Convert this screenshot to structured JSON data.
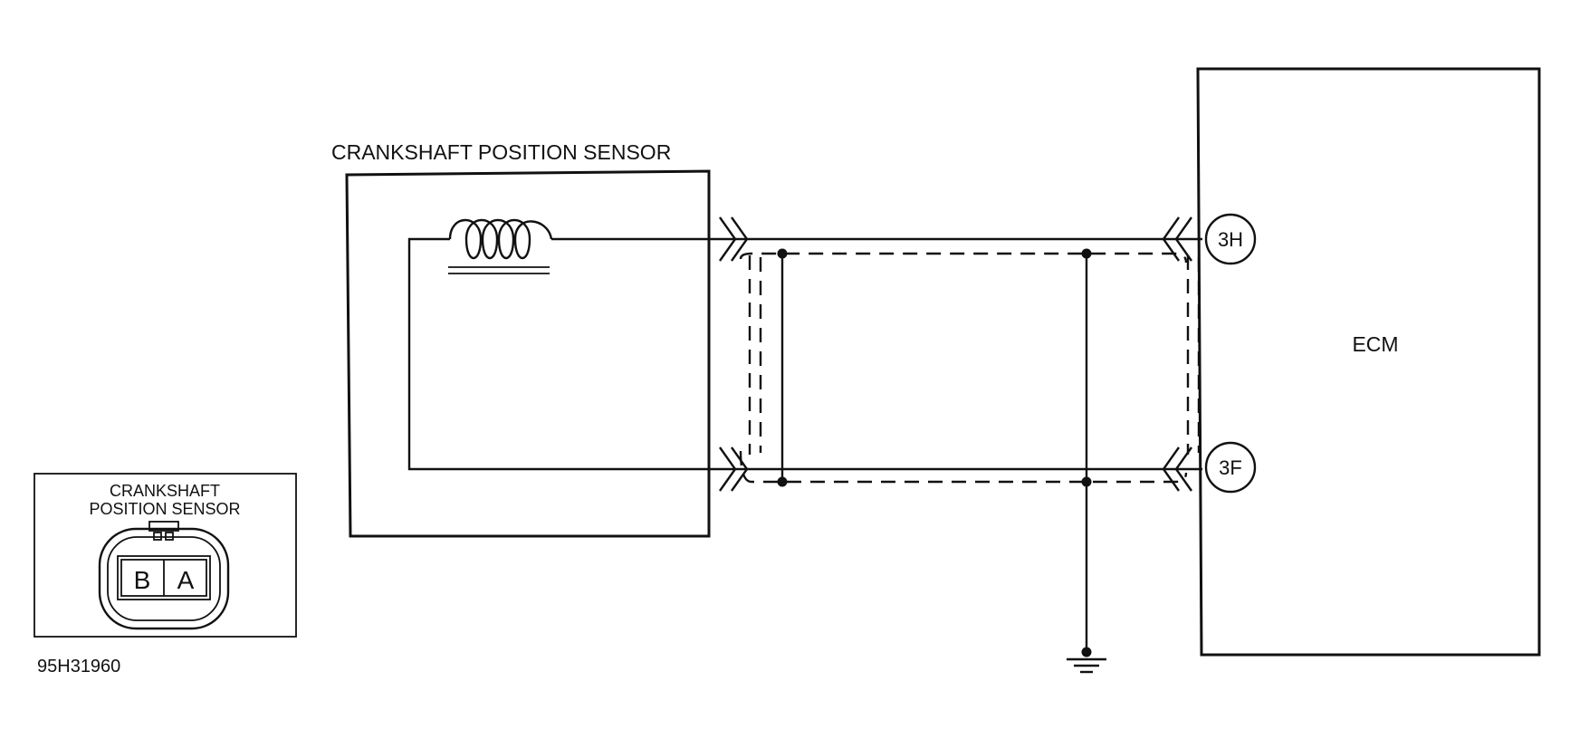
{
  "diagram": {
    "sensor_title": "CRANKSHAFT POSITION SENSOR",
    "ecm_label": "ECM",
    "terminals": {
      "top": "3H",
      "bottom": "3F"
    },
    "connector_view": {
      "title_line1": "CRANKSHAFT",
      "title_line2": "POSITION SENSOR",
      "pin_left": "B",
      "pin_right": "A"
    },
    "figure_code": "95H31960"
  }
}
